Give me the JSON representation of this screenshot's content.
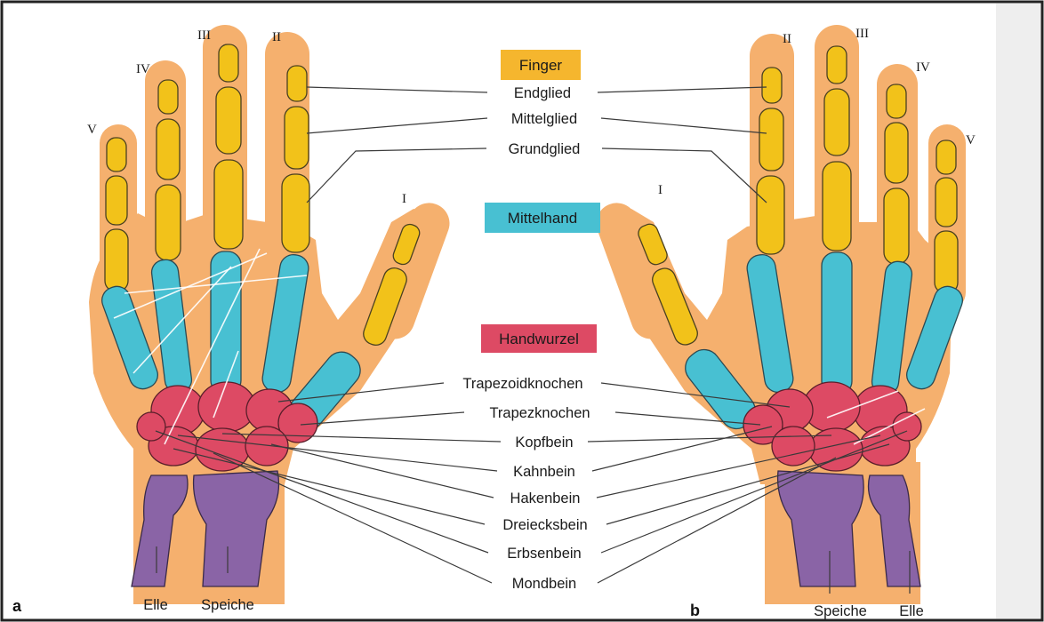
{
  "categories": {
    "finger": "Finger",
    "mittelhand": "Mittelhand",
    "handwurzel": "Handwurzel"
  },
  "labels": {
    "endglied": "Endglied",
    "mittelglied": "Mittelglied",
    "grundglied": "Grundglied",
    "trapezoidknochen": "Trapezoidknochen",
    "trapezknochen": "Trapezknochen",
    "kopfbein": "Kopfbein",
    "kahnbein": "Kahnbein",
    "hakenbein": "Hakenbein",
    "dreiecksbein": "Dreiecksbein",
    "erbsenbein": "Erbsenbein",
    "mondbein": "Mondbein"
  },
  "bottom_labels": {
    "a_elle": "Elle",
    "a_speiche": "Speiche",
    "b_speiche": "Speiche",
    "b_elle": "Elle"
  },
  "panel_letters": {
    "a": "a",
    "b": "b"
  },
  "roman_left": [
    "V",
    "IV",
    "III",
    "II",
    "I"
  ],
  "roman_right": [
    "I",
    "II",
    "III",
    "IV",
    "V"
  ],
  "colors": {
    "skin": "#f5b06e",
    "finger": "#f2c21a",
    "finger_badge": "#f5b62e",
    "mittelhand": "#48c0d2",
    "handwurzel": "#dd4a64",
    "forearm": "#8a64a6"
  }
}
